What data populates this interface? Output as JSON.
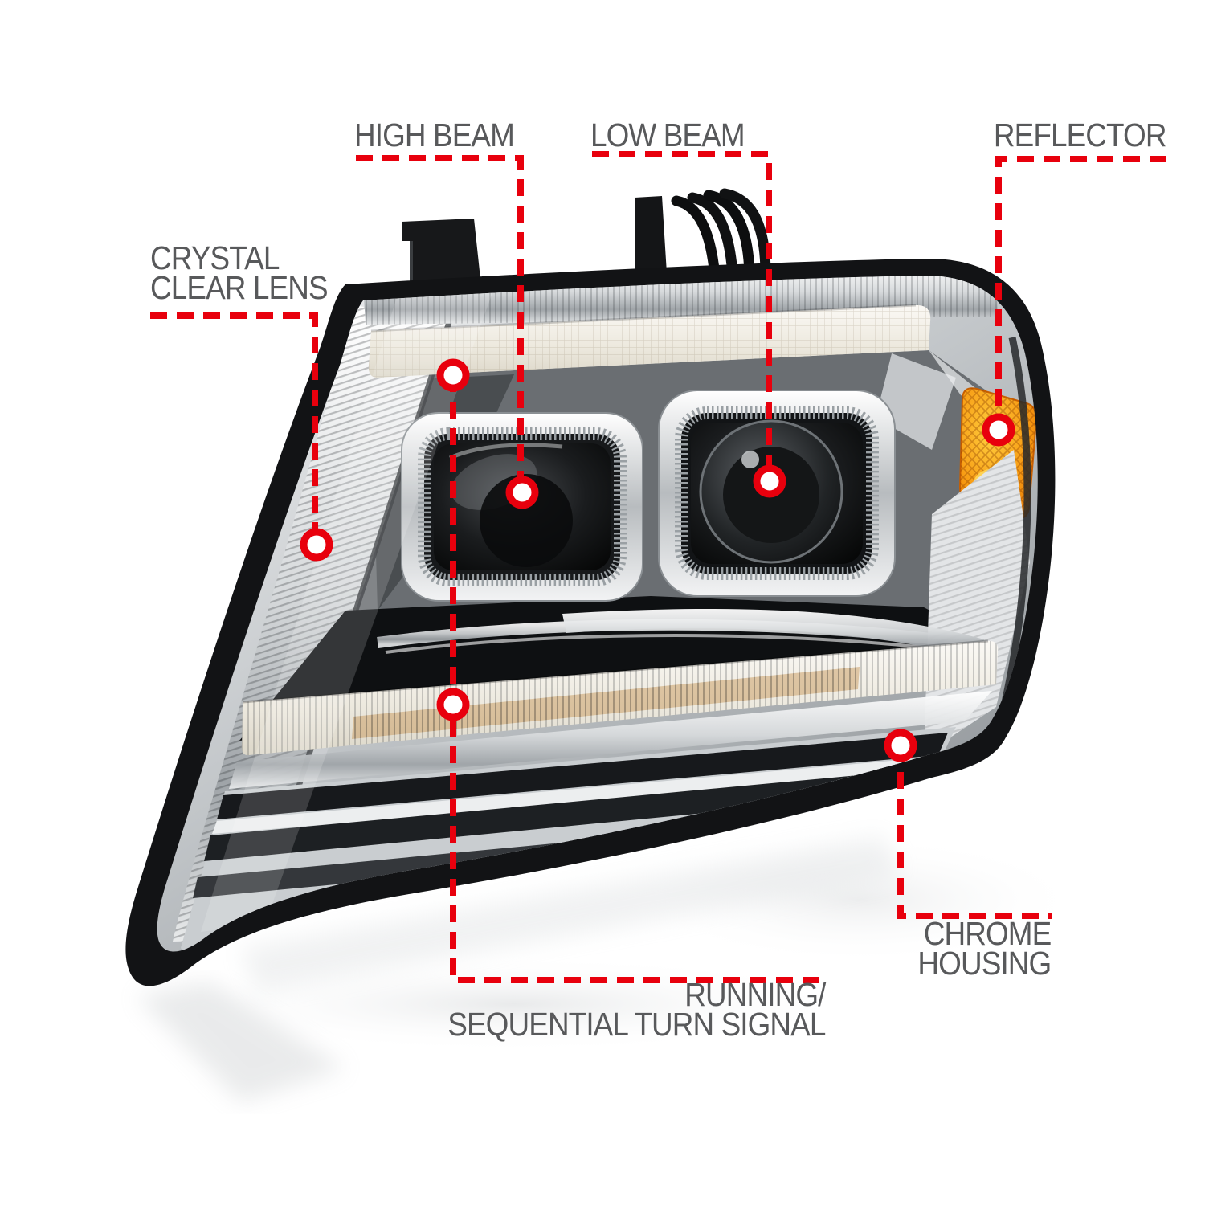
{
  "page": {
    "background": "#ffffff"
  },
  "colors": {
    "accent_red": "#e8000d",
    "label_gray": "#58595b",
    "amber": "#f59000",
    "chrome_silver": "#c9cdd0",
    "housing_black": "#141517"
  },
  "callouts": {
    "high_beam": {
      "label": "HIGH BEAM"
    },
    "low_beam": {
      "label": "LOW BEAM"
    },
    "reflector": {
      "label": "REFLECTOR"
    },
    "crystal_clear_lens": {
      "line1": "CRYSTAL",
      "line2": "CLEAR LENS"
    },
    "chrome_housing": {
      "line1": "CHROME",
      "line2": "HOUSING"
    },
    "running_sequential": {
      "line1": "RUNNING/",
      "line2": "SEQUENTIAL TURN SIGNAL"
    }
  }
}
